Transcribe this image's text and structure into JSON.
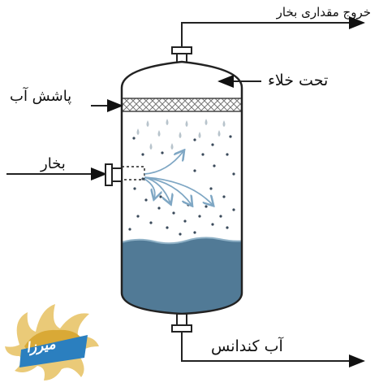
{
  "labels": {
    "outlet_top": "خروج مقداری بخار",
    "vacuum": "تحت خلاء",
    "water_spray": "پاشش آب",
    "steam_inlet": "بخار",
    "condensate": "آب کندانس"
  },
  "logo": {
    "text": "میرزا"
  },
  "colors": {
    "outline": "#222222",
    "water": "#517a96",
    "water_surface": "#6f95ad",
    "drops": "#b8c4cc",
    "dots": "#3a4a5a",
    "arrows": "#7fa7c4",
    "mesh": "#777777",
    "logo_blue": "#2b7fbf",
    "logo_gold": "#d9a936"
  }
}
